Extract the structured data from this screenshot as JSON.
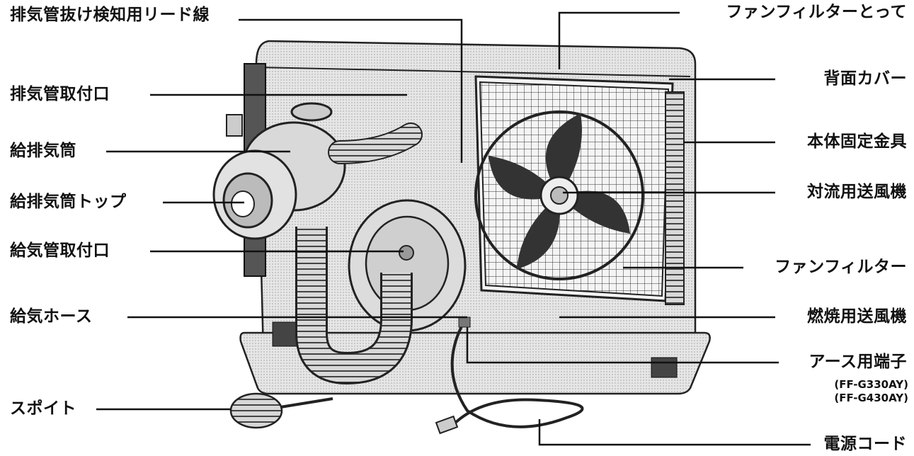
{
  "labels_left": [
    {
      "id": "exhaust-detect-lead",
      "text": "排気管抜け検知用リード線"
    },
    {
      "id": "exhaust-pipe-mount",
      "text": "排気管取付口"
    },
    {
      "id": "intake-exhaust-tube",
      "text": "給排気筒"
    },
    {
      "id": "intake-exhaust-top",
      "text": "給排気筒トップ"
    },
    {
      "id": "intake-pipe-mount",
      "text": "給気管取付口"
    },
    {
      "id": "intake-hose",
      "text": "給気ホース"
    },
    {
      "id": "dropper",
      "text": "スポイト"
    }
  ],
  "labels_right": [
    {
      "id": "fan-filter-handle",
      "text": "ファンフィルターとって"
    },
    {
      "id": "back-cover",
      "text": "背面カバー"
    },
    {
      "id": "body-fixing-bracket",
      "text": "本体固定金具"
    },
    {
      "id": "convection-fan",
      "text": "対流用送風機"
    },
    {
      "id": "fan-filter",
      "text": "ファンフィルター"
    },
    {
      "id": "combustion-fan",
      "text": "燃焼用送風機"
    },
    {
      "id": "earth-terminal",
      "text": "アース用端子"
    },
    {
      "id": "power-cord",
      "text": "電源コード"
    }
  ],
  "earth_terminal_models": [
    "FF-G330AY",
    "FF-G430AY"
  ]
}
